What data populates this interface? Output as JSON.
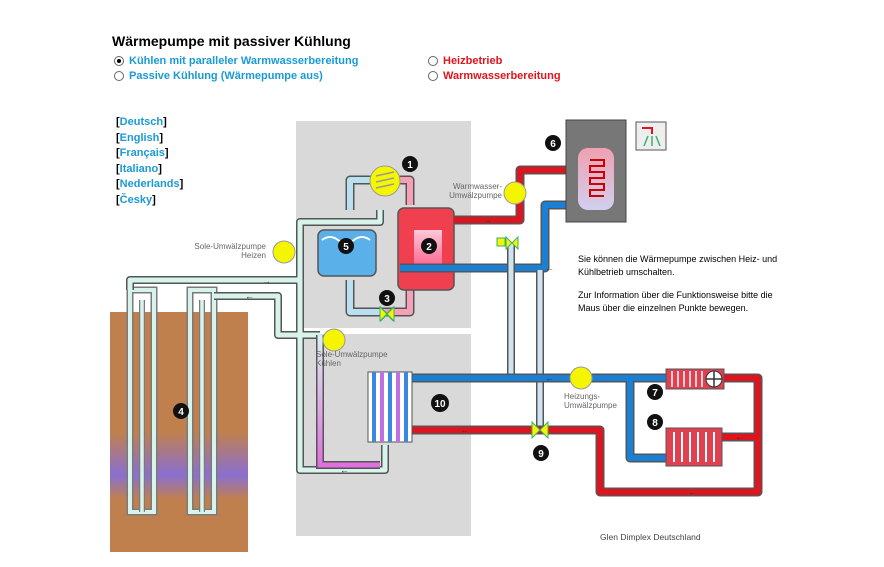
{
  "title": "Wärmepumpe mit passiver Kühlung",
  "modes": [
    {
      "label": "Kühlen mit paralleler Warmwasserbereitung",
      "selected": true,
      "color": "#1a9ad6"
    },
    {
      "label": "Passive Kühlung (Wärmepumpe aus)",
      "selected": false,
      "color": "#1a9ad6"
    },
    {
      "label": "Heizbetrieb",
      "selected": false,
      "color": "#e0141e"
    },
    {
      "label": "Warmwasserbereitung",
      "selected": false,
      "color": "#e0141e"
    }
  ],
  "languages": [
    "Deutsch",
    "English",
    "Français",
    "Italiano",
    "Nederlands",
    "Česky"
  ],
  "info": {
    "line1": "Sie können die Wärmepumpe zwischen Heiz- und Kühlbetrieb umschalten.",
    "line2": "Zur Information über die Funktionsweise bitte die Maus über die einzelnen Punkte bewegen."
  },
  "labels": {
    "ww_pump_1": "Warmwasser-",
    "ww_pump_2": "Umwälzpumpe",
    "sole_heat_1": "Sole-Umwälzpumpe",
    "sole_heat_2": "Heizen",
    "sole_cool_1": "Sole-Umwälzpumpe",
    "sole_cool_2": "Kühlen",
    "heat_pump_1": "Heizungs-",
    "heat_pump_2": "Umwälzpumpe"
  },
  "points": [
    "1",
    "2",
    "3",
    "4",
    "5",
    "6",
    "7",
    "8",
    "9",
    "10"
  ],
  "credit": "Glen Dimplex Deutschland",
  "colors": {
    "hot": "#e0141e",
    "cold": "#1a80d6",
    "brine": "#d8f2ec",
    "ground": "#c0804e",
    "housing": "#d9d9d9",
    "pump": "#f5f500"
  }
}
